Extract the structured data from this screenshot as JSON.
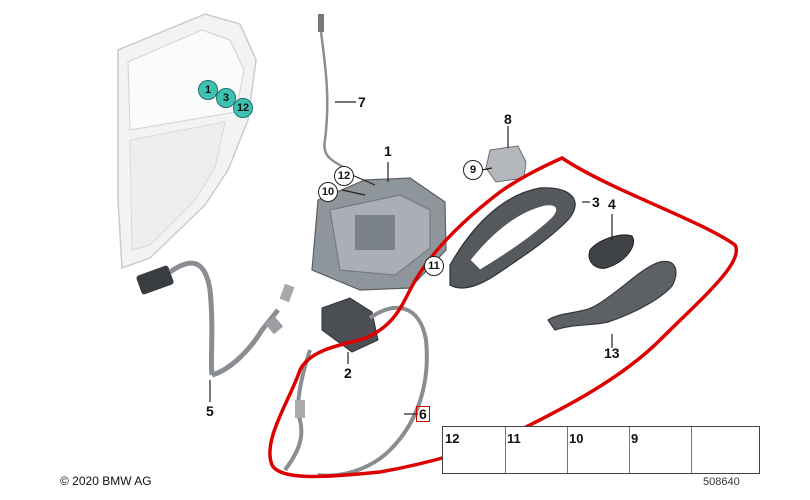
{
  "part_labels": {
    "p1": "1",
    "p2": "2",
    "p3": "3",
    "p4": "4",
    "p5": "5",
    "p6": "6",
    "p7": "7",
    "p8": "8",
    "p13": "13"
  },
  "callouts": {
    "door_1": "1",
    "door_3": "3",
    "door_12": "12",
    "lock_12": "12",
    "lock_10": "10",
    "lock_11": "11",
    "bracket_9": "9"
  },
  "legend": {
    "items": [
      "12",
      "11",
      "10",
      "9"
    ]
  },
  "copyright": "© 2020 BMW AG",
  "diagram_id": "508640",
  "colors": {
    "highlight_outline": "#dd0000",
    "teal_callout": "#3fc1b4",
    "part_gray": "#6e7378",
    "door_fill": "#f2f3f4"
  }
}
